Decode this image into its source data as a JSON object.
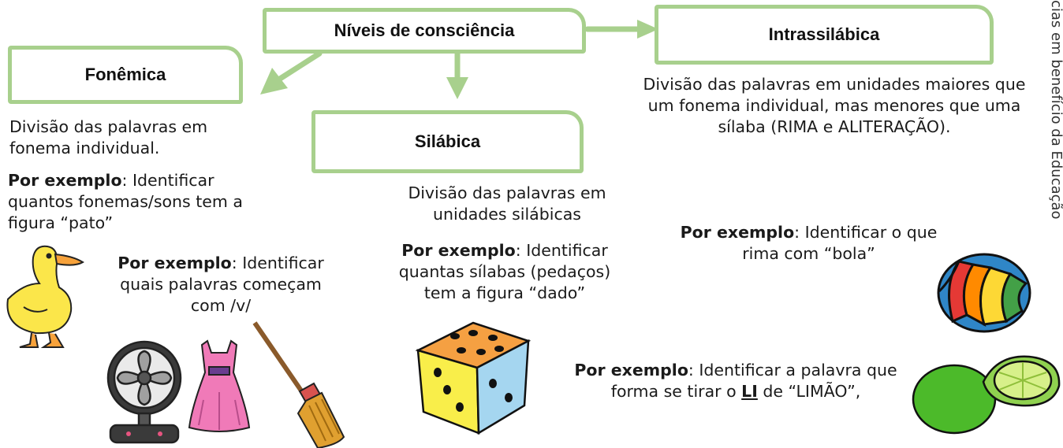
{
  "root": {
    "title": "Níveis de consciência"
  },
  "fonemica": {
    "title": "Fonêmica",
    "description": "Divisão das palavras em fonema individual.",
    "example1_label": "Por exemplo",
    "example1_text": ": Identificar quantos fonemas/sons tem a figura “pato”",
    "example2_label": "Por exemplo",
    "example2_text": ": Identificar quais palavras começam com /v/"
  },
  "silabica": {
    "title": "Silábica",
    "description": "Divisão das palavras em unidades silábicas",
    "example_label": "Por exemplo",
    "example_text": ": Identificar quantas sílabas (pedaços) tem a figura “dado”"
  },
  "intrassilabica": {
    "title": "Intrassilábica",
    "description": "Divisão das palavras em unidades maiores que um fonema individual,  mas menores que uma sílaba (RIMA e ALITERAÇÃO).",
    "example1_label": "Por exemplo",
    "example1_text": ": Identificar o que rima com “bola”",
    "example2_label": "Por exemplo",
    "example2_prefix": ": Identificar a palavra que forma se tirar o ",
    "example2_highlight": "LI",
    "example2_suffix": " de “LIMÃO”,"
  },
  "side_text": "cias em benefício da Educação",
  "colors": {
    "box_border": "#a8d08d",
    "arrow": "#a8d08d"
  },
  "icons": [
    "duck-icon",
    "fan-icon",
    "dress-icon",
    "broom-icon",
    "dice-icon",
    "ball-icon",
    "lime-icon"
  ]
}
